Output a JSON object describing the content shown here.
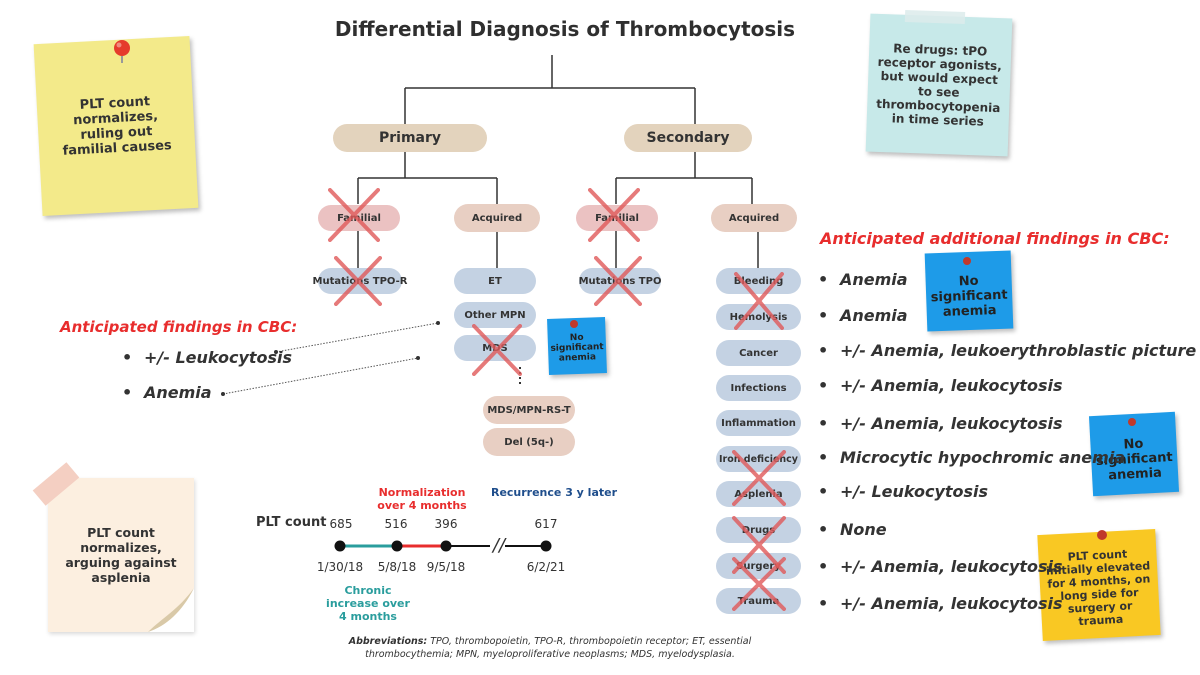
{
  "title": "Differential Diagnosis of Thrombocytosis",
  "tree": {
    "primary": "Primary",
    "secondary": "Secondary",
    "primary_familial": "Familial",
    "primary_acquired": "Acquired",
    "secondary_familial": "Familial",
    "secondary_acquired": "Acquired",
    "mutations_tpo_r": "Mutations TPO-R",
    "mutations_tpo": "Mutations TPO",
    "primary_acquired_items": [
      "ET",
      "Other MPN",
      "MDS"
    ],
    "mds_subtypes": [
      "MDS/MPN-RS-T",
      "Del (5q-)"
    ],
    "secondary_acquired_items": [
      "Bleeding",
      "Hemolysis",
      "Cancer",
      "Infections",
      "Inflammation",
      "Iron deficiency",
      "Asplenia",
      "Drugs",
      "Surgery",
      "Trauma"
    ]
  },
  "notes": {
    "top_left": "PLT count normalizes, ruling out familial causes",
    "top_right": "Re drugs: tPO receptor agonists, but would expect to see thrombocytopenia in time series",
    "bottom_left": "PLT count normalizes, arguing against asplenia",
    "mds_note": "No significant anemia",
    "anemia_note_1": "No significant anemia",
    "anemia_note_2": "No significant anemia",
    "surgery_note": "PLT count initially elevated for 4 months, on long side for surgery or trauma"
  },
  "cbc_left": {
    "heading": "Anticipated findings in CBC:",
    "items": [
      "+/- Leukocytosis",
      "Anemia"
    ]
  },
  "cbc_right": {
    "heading": "Anticipated additional findings in CBC:",
    "items": [
      "Anemia",
      "Anemia",
      "+/- Anemia, leukoerythroblastic picture",
      "+/- Anemia, leukocytosis",
      "+/- Anemia, leukocytosis",
      "Microcytic hypochromic anemia",
      "+/- Leukocytosis",
      "None",
      "+/- Anemia, leukocytosis",
      "+/- Anemia, leukocytosis"
    ]
  },
  "timeline": {
    "label": "PLT count",
    "normalization": "Normalization over 4 months",
    "recurrence": "Recurrence 3 y later",
    "chronic": "Chronic increase over 4 months",
    "values": [
      "685",
      "516",
      "396",
      "617"
    ],
    "dates": [
      "1/30/18",
      "5/8/18",
      "9/5/18",
      "6/2/21"
    ],
    "break_symbol": "//"
  },
  "abbreviations": {
    "label": "Abbreviations:",
    "text": " TPO, thrombopoietin, TPO-R, thrombopoietin receptor; ET, essential thrombocythemia; MPN, myeloproliferative neoplasms; MDS, myelodysplasia."
  },
  "colors": {
    "red_text": "#e82d2d",
    "teal": "#2a9d9d",
    "navy": "#1f4e8c",
    "cross": "#e05a5a",
    "yellow_note": "#f3ea8a",
    "teal_note": "#c7e9e9",
    "blue_note": "#1e9be8",
    "orange_note": "#f9c823",
    "peach_note": "#fcefe0"
  }
}
